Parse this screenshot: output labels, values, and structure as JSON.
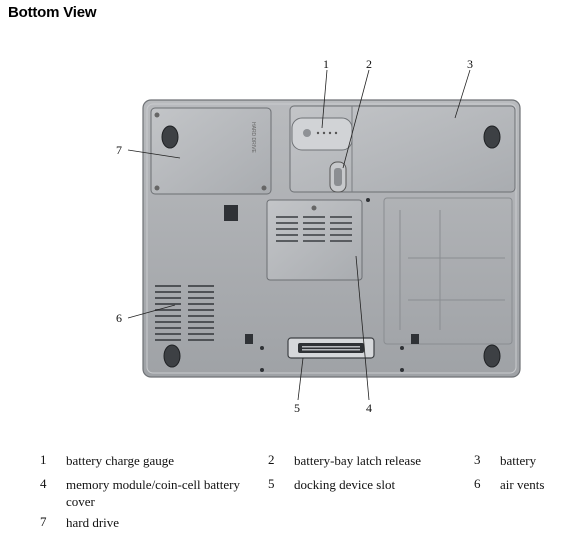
{
  "page": {
    "title": "Bottom View"
  },
  "callouts": [
    "1",
    "2",
    "3",
    "4",
    "5",
    "6",
    "7"
  ],
  "drive_label": "HARD DRIVE",
  "legend": [
    {
      "num": "1",
      "text": "battery charge gauge"
    },
    {
      "num": "2",
      "text": "battery-bay latch release"
    },
    {
      "num": "3",
      "text": "battery"
    },
    {
      "num": "4",
      "text": "memory module/coin-cell battery cover"
    },
    {
      "num": "5",
      "text": "docking device slot"
    },
    {
      "num": "6",
      "text": "air vents"
    },
    {
      "num": "7",
      "text": "hard drive"
    }
  ]
}
